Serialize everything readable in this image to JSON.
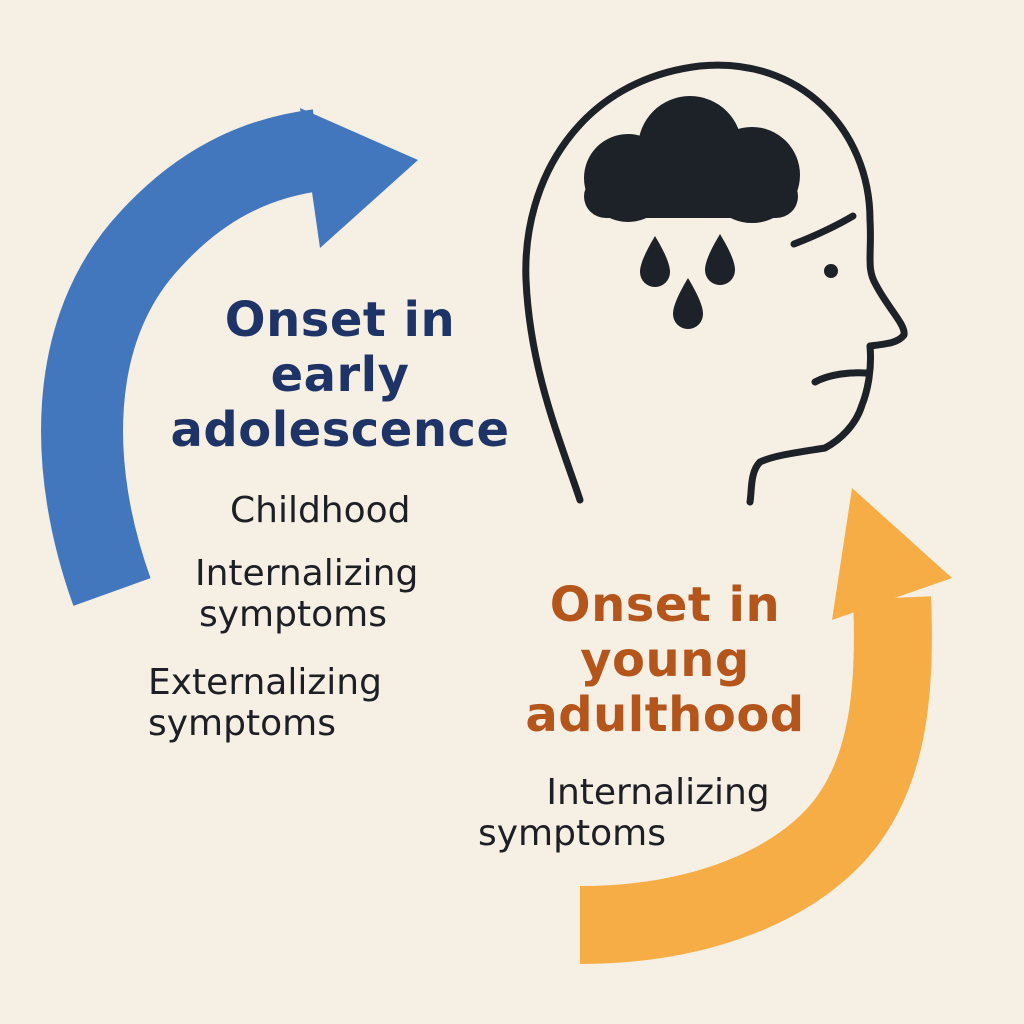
{
  "colors": {
    "background": "#f6efe4",
    "blue_arrow": "#4377bd",
    "orange_arrow": "#f7ad45",
    "heading_blue": "#1e3466",
    "heading_orange": "#b4561c",
    "head_outline": "#1d2228"
  },
  "icons": {
    "head": "head-profile-icon",
    "cloud": "rain-cloud-icon",
    "drops": "raindrop-icon"
  },
  "early": {
    "heading_lines": [
      "Onset in",
      "early",
      "adolescence"
    ],
    "childhood": "Childhood",
    "internalizing_lines": [
      "Internalizing",
      "symptoms"
    ],
    "externalizing_lines": [
      "Externalizing",
      "symptoms"
    ]
  },
  "young": {
    "heading_lines": [
      "Onset in",
      "young",
      "adulthood"
    ],
    "internalizing_lines": [
      "Internalizing",
      "symptoms"
    ]
  }
}
